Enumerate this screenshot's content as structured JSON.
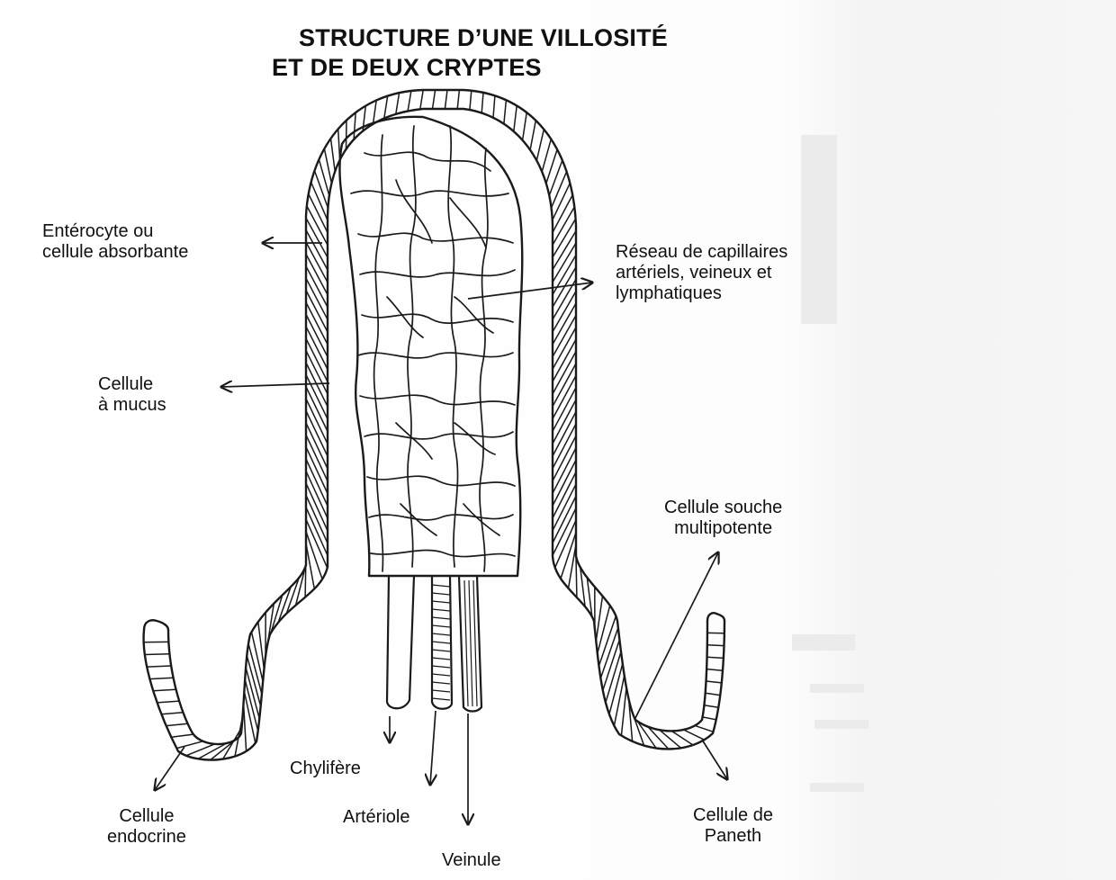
{
  "title": {
    "line1": "STRUCTURE D’UNE VILLOSITÉ",
    "line2": "ET DE DEUX CRYPTES"
  },
  "labels": {
    "enterocyte": [
      "Entérocyte ou",
      "cellule absorbante"
    ],
    "mucus": [
      "Cellule",
      "à mucus"
    ],
    "capillaires": [
      "Réseau de capillaires",
      "artériels, veineux et",
      "lymphatiques"
    ],
    "souche": [
      "Cellule souche",
      "multipotente"
    ],
    "chylifere": "Chylifère",
    "arteriole": "Artériole",
    "veinule": "Veinule",
    "endocrine": [
      "Cellule",
      "endocrine"
    ],
    "paneth": [
      "Cellule de",
      "Paneth"
    ]
  },
  "colors": {
    "ink": "#1a1a1a",
    "paper": "#ffffff"
  }
}
